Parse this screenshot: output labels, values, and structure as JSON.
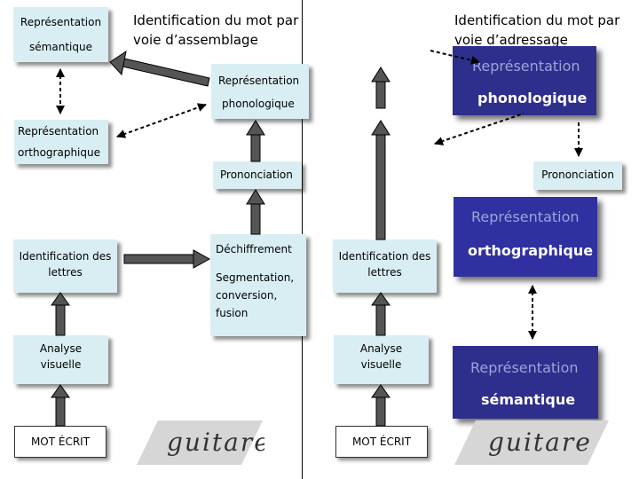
{
  "left": {
    "sem_rep_1": "Représentation",
    "sem_rep_2": "sémantique",
    "assemblage_title_1": "Identification du mot par",
    "assemblage_title_2": "voie d’assemblage",
    "phon_rep_1": "Représentation",
    "phon_rep_2": "phonologique",
    "orth_rep_1": "Représentation",
    "orth_rep_2": "orthographique",
    "prononciation": "Prononciation",
    "id_lettres_1": "Identification des",
    "id_lettres_2": "lettres",
    "dechiffrement": "Déchiffrement",
    "segmentation_1": "Segmentation,",
    "segmentation_2": "conversion,",
    "segmentation_3": "fusion",
    "analyse_1": "Analyse",
    "analyse_2": "visuelle",
    "mot_ecrit": "MOT ÉCRIT",
    "word_image": "guitare"
  },
  "right": {
    "adressage_title_1": "Identification du mot par",
    "adressage_title_2": "voie d’adressage",
    "phon_rep_1": "Représentation",
    "phon_rep_2": "phonologique",
    "prononciation": "Prononciation",
    "orth_rep_1": "Représentation",
    "orth_rep_2": "orthographique",
    "id_lettres_1": "Identification des",
    "id_lettres_2": "lettres",
    "analyse_1": "Analyse",
    "analyse_2": "visuelle",
    "sem_rep_1": "Représentation",
    "sem_rep_2": "sémantique",
    "mot_ecrit": "MOT ÉCRIT",
    "word_image": "guitare"
  },
  "colors": {
    "light_box": "#d9eef2",
    "dark_box": "#2e2e8c",
    "text_on_dark": "#ffffff",
    "bold_on_dark": "#ffffff"
  }
}
